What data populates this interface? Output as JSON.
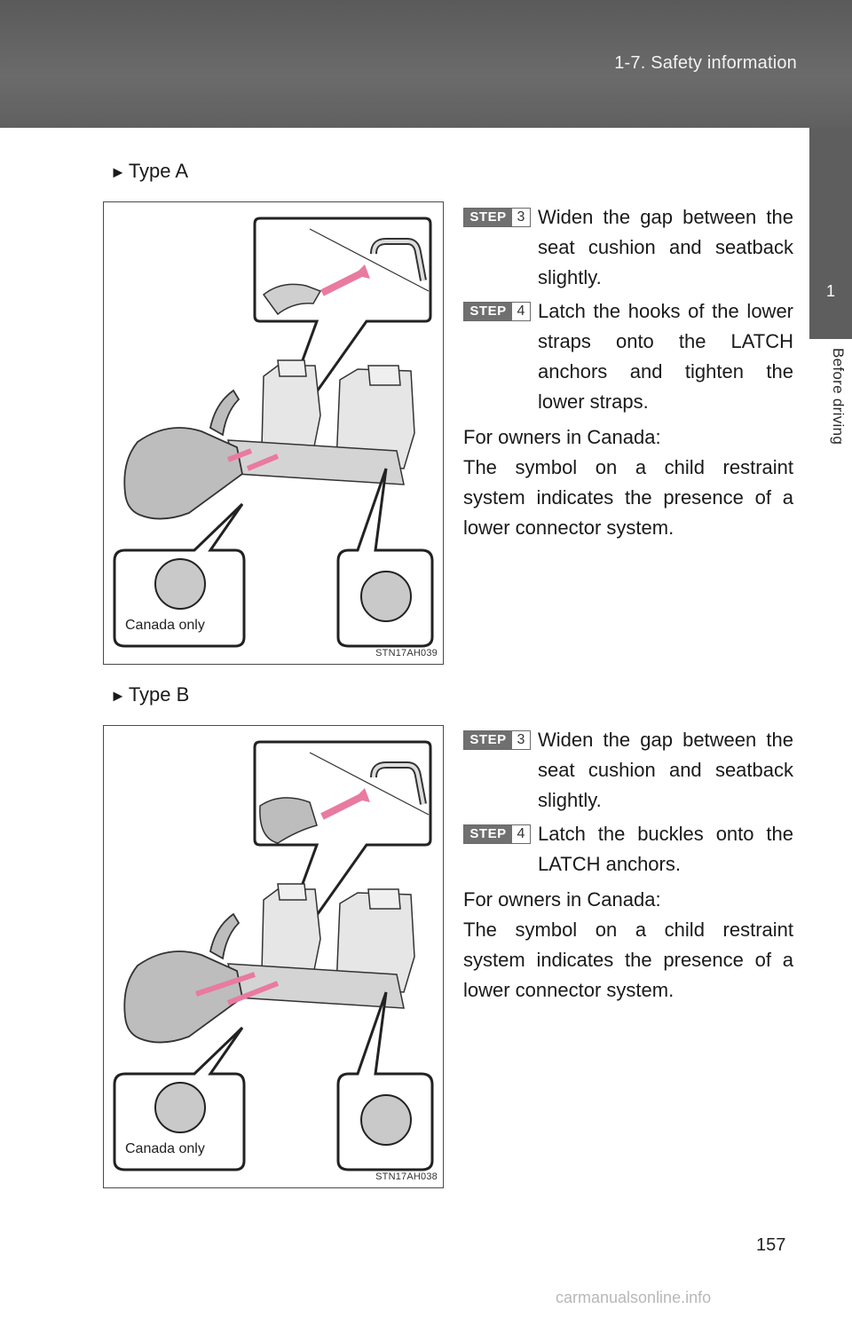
{
  "header": {
    "title": "1-7. Safety information"
  },
  "side_tab": {
    "number": "1",
    "label": "Before driving"
  },
  "sections": [
    {
      "heading": "Type A",
      "figure": {
        "canada_label": "Canada only",
        "code": "STN17AH039"
      },
      "steps": [
        {
          "badge": "STEP",
          "number": "3",
          "text": "Widen the gap between the seat cushion and seatback slightly."
        },
        {
          "badge": "STEP",
          "number": "4",
          "text": "Latch the hooks of the lower straps onto the LATCH anchors and tighten the lower straps."
        }
      ],
      "note_title": "For owners in Canada:",
      "note_body": "The symbol on a child restraint system indicates the presence of a lower connector system."
    },
    {
      "heading": "Type B",
      "figure": {
        "canada_label": "Canada only",
        "code": "STN17AH038"
      },
      "steps": [
        {
          "badge": "STEP",
          "number": "3",
          "text": "Widen the gap between the seat cushion and seatback slightly."
        },
        {
          "badge": "STEP",
          "number": "4",
          "text": "Latch the buckles onto the LATCH anchors."
        }
      ],
      "note_title": "For owners in Canada:",
      "note_body": "The symbol on a child restraint system indicates the presence of a lower connector system."
    }
  ],
  "page_number": "157",
  "watermark": "carmanualsonline.info",
  "colors": {
    "header_bg": "#606060",
    "arrow_pink": "#e97aa0",
    "figure_gray": "#c9c9c9"
  }
}
